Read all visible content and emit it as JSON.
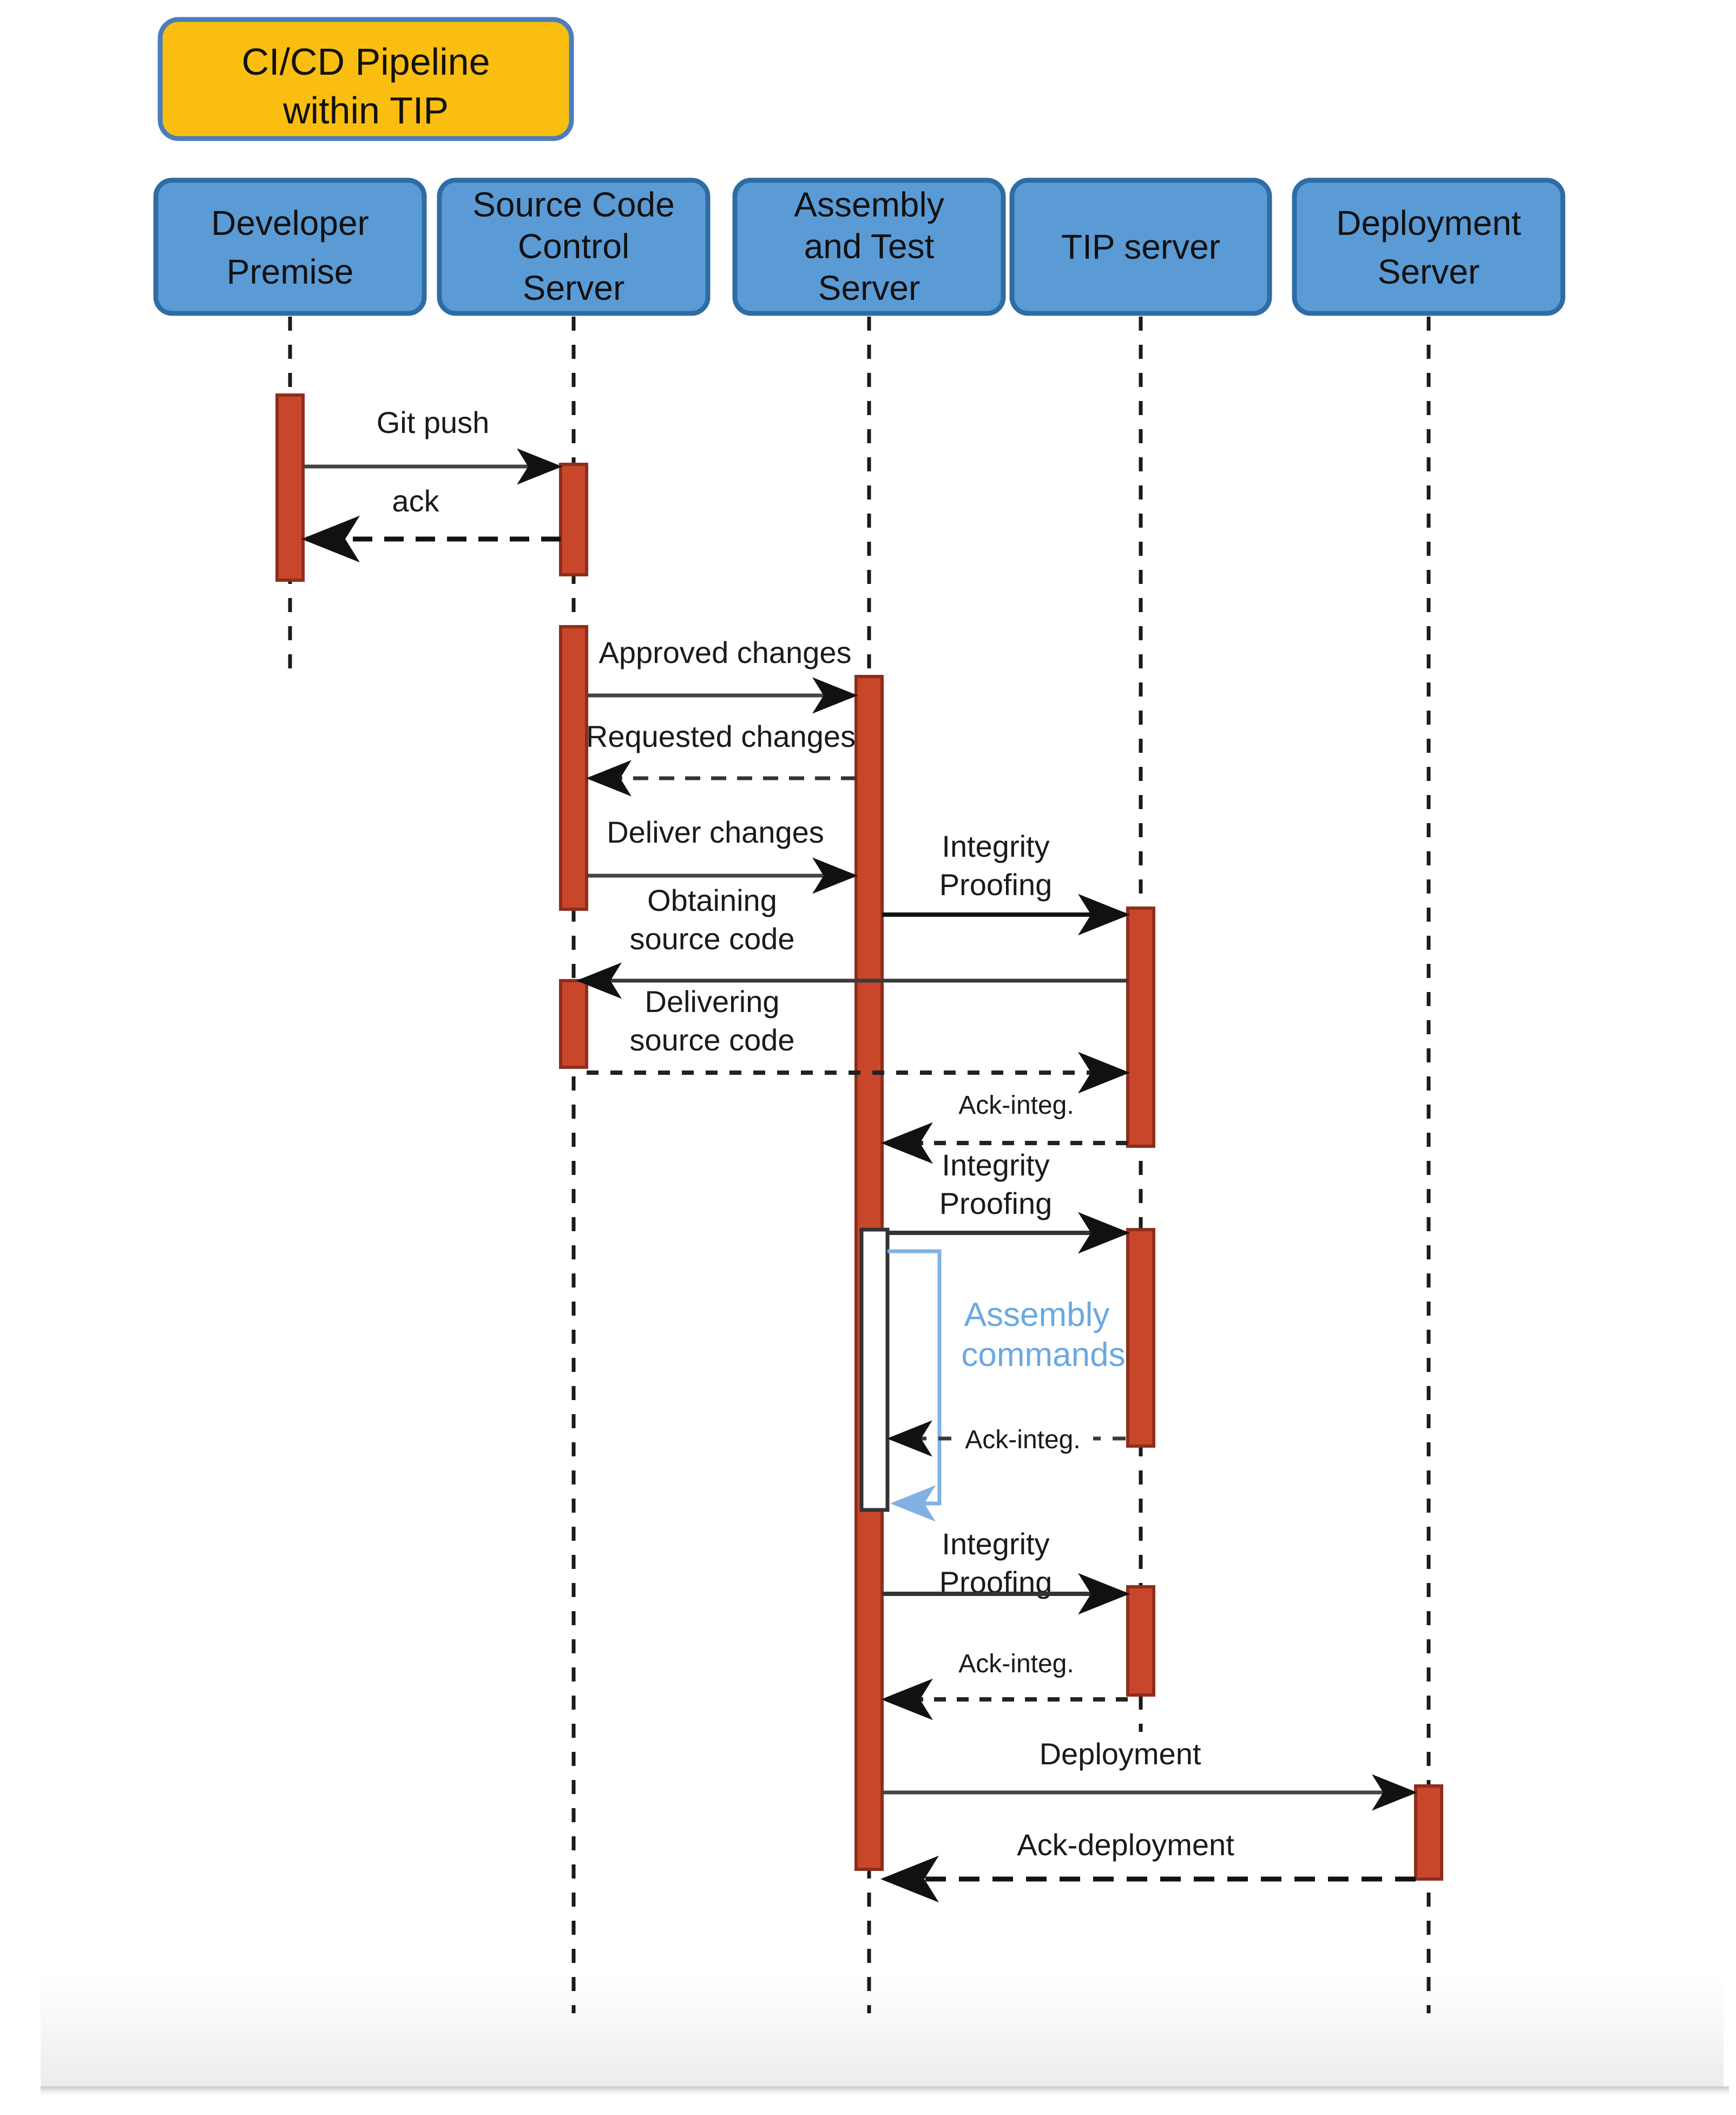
{
  "diagram": {
    "kind": "uml-sequence-diagram",
    "title": {
      "line1": "CI/CD Pipeline",
      "line2": "within TIP",
      "fill": "#FABE10",
      "stroke": "#4A7EBB"
    },
    "colors": {
      "participant_fill": "#5B9BD5",
      "participant_stroke": "#2E6CA4",
      "activation_fill": "#C8472B",
      "activation_stroke": "#8E2E1B",
      "lifeline": "#1a1a1a",
      "arrow": "#1a1a1a",
      "self_loop": "#6AA9E0",
      "self_label": "#6AA9E0",
      "text": "#1a1a1a"
    },
    "participants": [
      {
        "id": "dev",
        "lines": [
          "Developer",
          "Premise"
        ]
      },
      {
        "id": "scc",
        "lines": [
          "Source Code",
          "Control",
          "Server"
        ]
      },
      {
        "id": "assem",
        "lines": [
          "Assembly",
          "and Test",
          "Server"
        ]
      },
      {
        "id": "tip",
        "lines": [
          "TIP server"
        ]
      },
      {
        "id": "deploy",
        "lines": [
          "Deployment",
          "Server"
        ]
      }
    ],
    "messages": [
      {
        "id": "m1",
        "label": [
          "Git push"
        ],
        "from": "dev",
        "to": "scc",
        "style": "solid"
      },
      {
        "id": "m2",
        "label": [
          "ack"
        ],
        "from": "scc",
        "to": "dev",
        "style": "dashed"
      },
      {
        "id": "m3",
        "label": [
          "Approved changes"
        ],
        "from": "scc",
        "to": "assem",
        "style": "solid"
      },
      {
        "id": "m4",
        "label": [
          "Requested changes"
        ],
        "from": "assem",
        "to": "scc",
        "style": "dashed"
      },
      {
        "id": "m5",
        "label": [
          "Deliver changes"
        ],
        "from": "scc",
        "to": "assem",
        "style": "solid"
      },
      {
        "id": "m6",
        "label": [
          "Integrity",
          "Proofing"
        ],
        "from": "assem",
        "to": "tip",
        "style": "solid"
      },
      {
        "id": "m7",
        "label": [
          "Obtaining",
          "source code"
        ],
        "from": "tip",
        "to": "scc",
        "style": "solid"
      },
      {
        "id": "m8",
        "label": [
          "Delivering",
          "source code"
        ],
        "from": "scc",
        "to": "tip",
        "style": "dashed"
      },
      {
        "id": "m9",
        "label": [
          "Ack-integ."
        ],
        "from": "tip",
        "to": "assem",
        "style": "dashed"
      },
      {
        "id": "m10",
        "label": [
          "Integrity",
          "Proofing"
        ],
        "from": "assem",
        "to": "tip",
        "style": "solid"
      },
      {
        "id": "m11",
        "label": [
          "Assembly",
          "commands"
        ],
        "from": "assem",
        "to": "assem",
        "style": "self"
      },
      {
        "id": "m12",
        "label": [
          "Ack-integ."
        ],
        "from": "tip",
        "to": "assem",
        "style": "dashed"
      },
      {
        "id": "m13",
        "label": [
          "Integrity",
          "Proofing"
        ],
        "from": "assem",
        "to": "tip",
        "style": "solid"
      },
      {
        "id": "m14",
        "label": [
          "Ack-integ."
        ],
        "from": "tip",
        "to": "assem",
        "style": "dashed"
      },
      {
        "id": "m15",
        "label": [
          "Deployment"
        ],
        "from": "assem",
        "to": "deploy",
        "style": "solid"
      },
      {
        "id": "m16",
        "label": [
          "Ack-deployment"
        ],
        "from": "deploy",
        "to": "assem",
        "style": "dashed"
      }
    ]
  }
}
